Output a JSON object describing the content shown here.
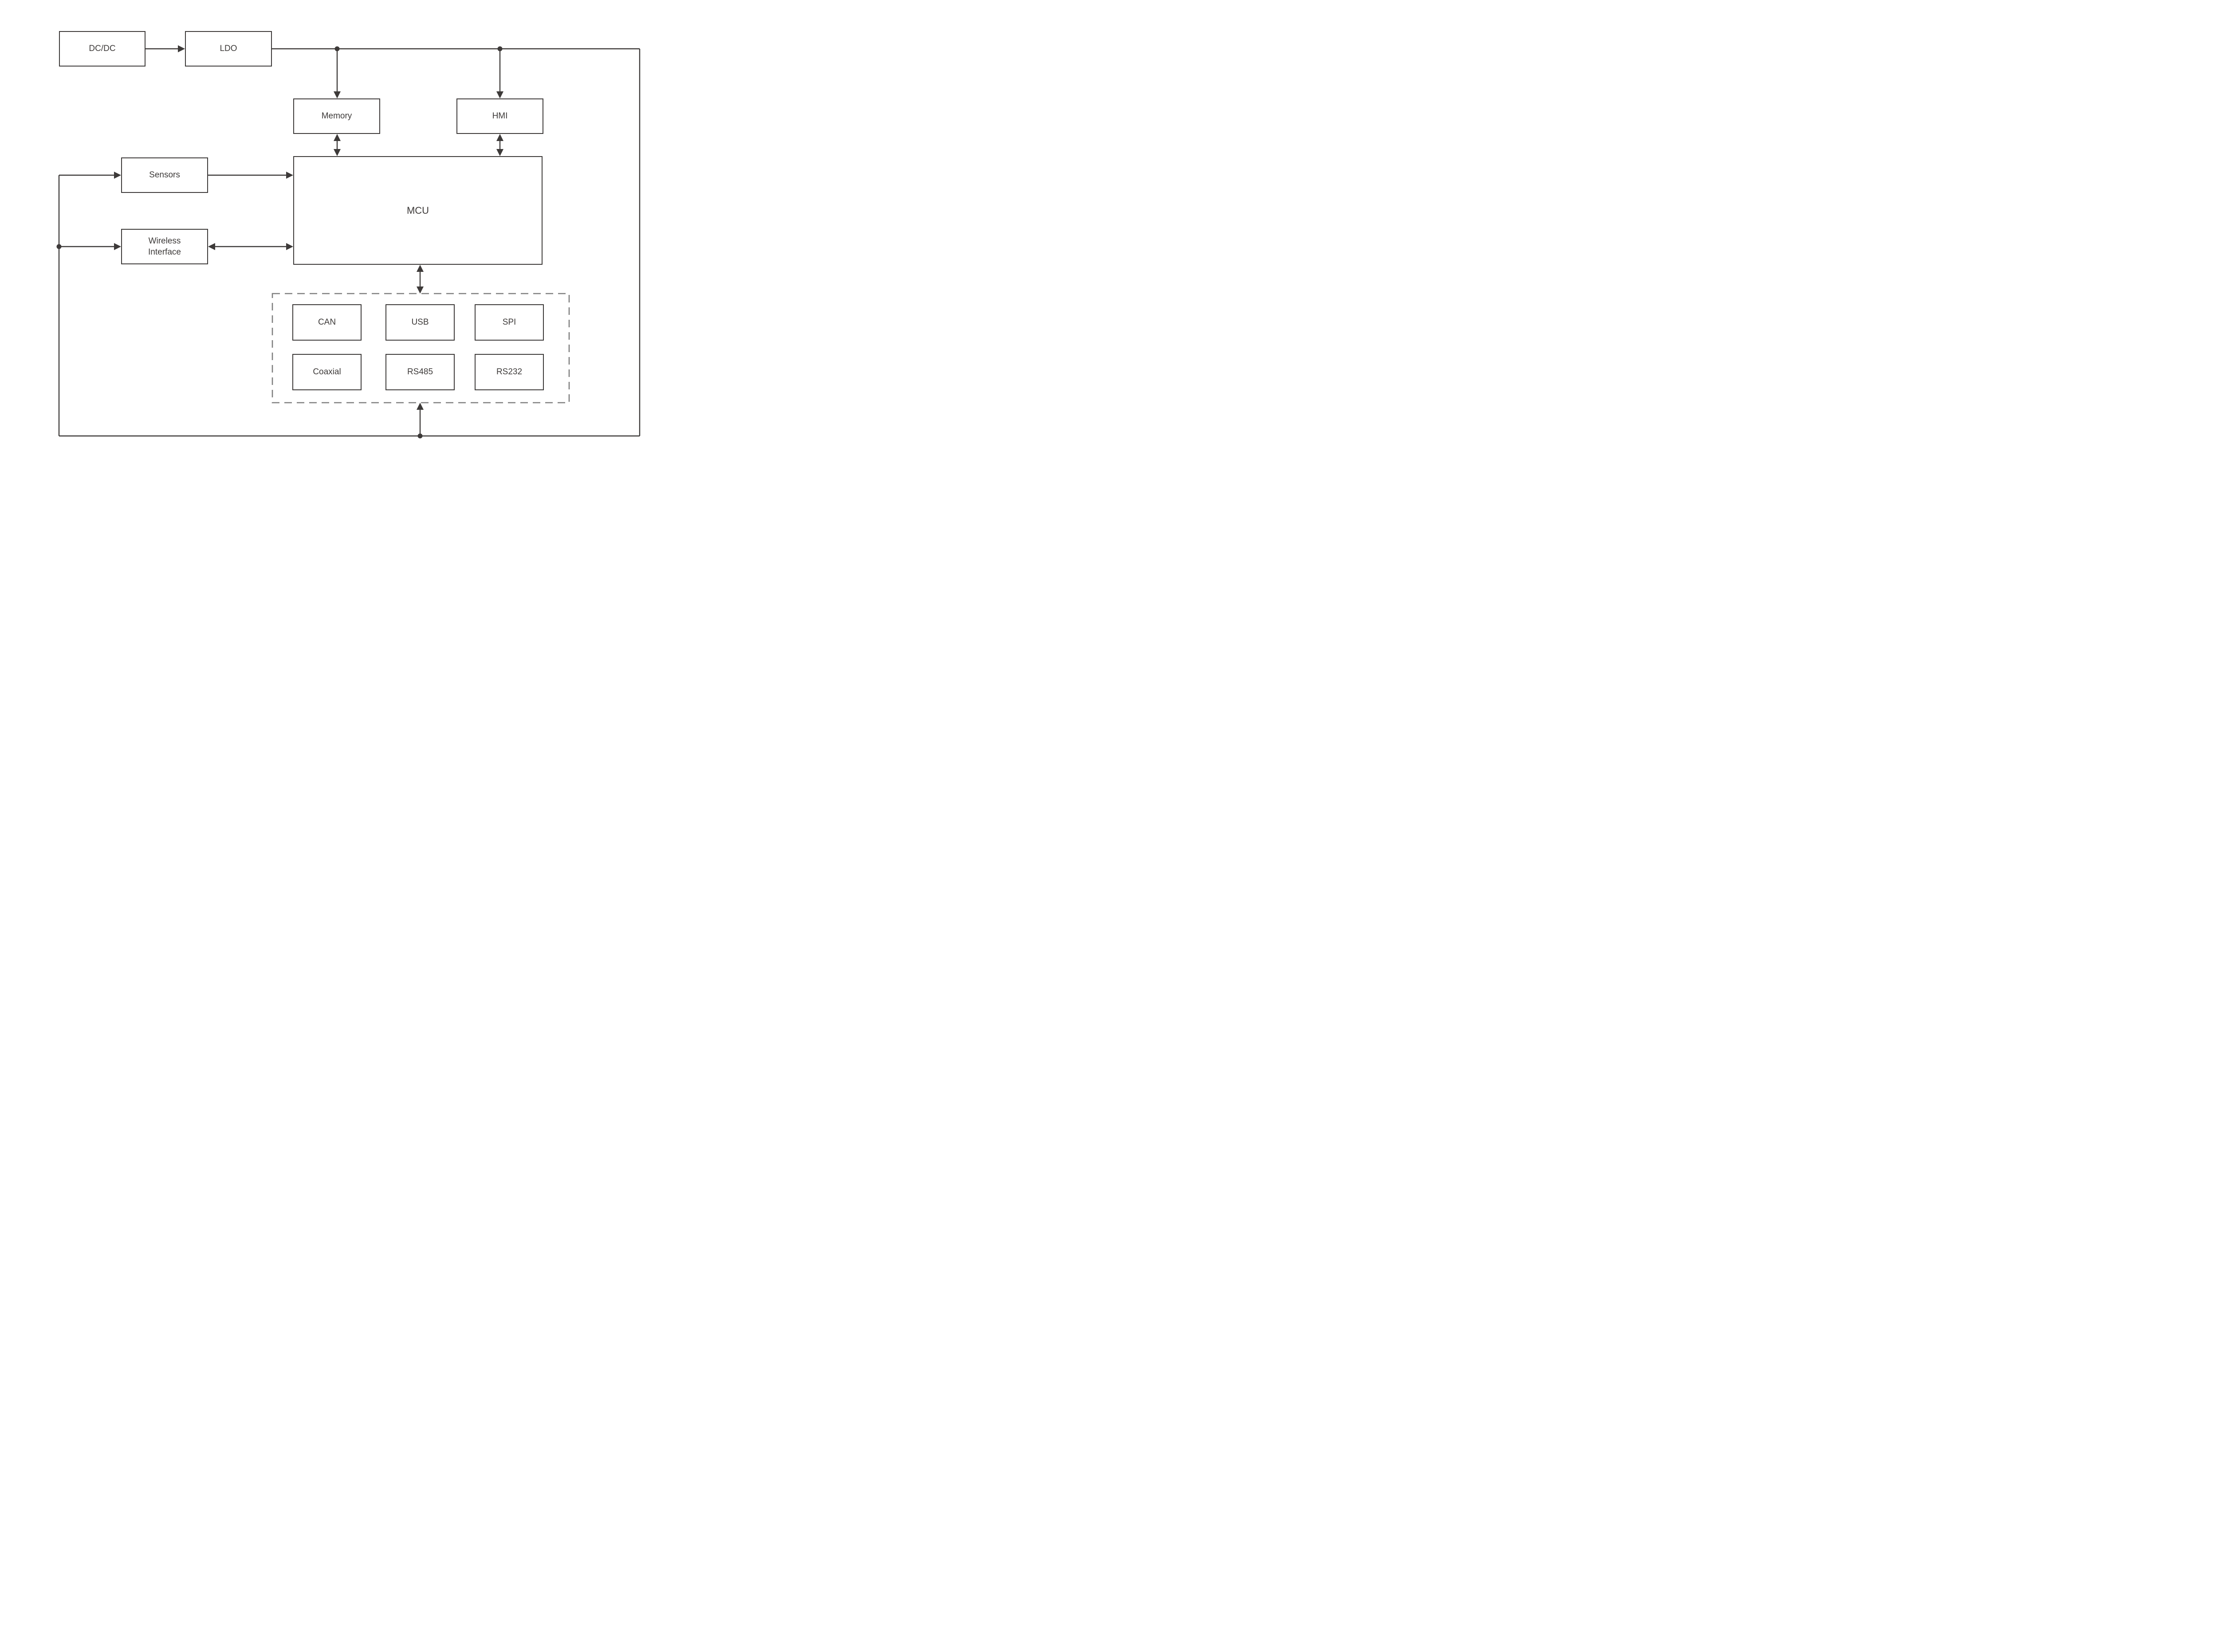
{
  "colors": {
    "line": "#3d3a39",
    "dashed_border": "#7f7f7f",
    "background": "#ffffff",
    "text": "#3d3a39"
  },
  "blocks": {
    "dcdc": {
      "label": "DC/DC"
    },
    "ldo": {
      "label": "LDO"
    },
    "memory": {
      "label": "Memory"
    },
    "hmi": {
      "label": "HMI"
    },
    "mcu": {
      "label": "MCU"
    },
    "sensors": {
      "label": "Sensors"
    },
    "wireless": {
      "label": "Wireless Interface"
    },
    "can": {
      "label": "CAN"
    },
    "usb": {
      "label": "USB"
    },
    "spi": {
      "label": "SPI"
    },
    "coaxial": {
      "label": "Coaxial"
    },
    "rs485": {
      "label": "RS485"
    },
    "rs232": {
      "label": "RS232"
    }
  },
  "connections": [
    {
      "from": "DC/DC",
      "to": "LDO",
      "style": "arrow"
    },
    {
      "from": "LDO",
      "to": "power-bus",
      "style": "line"
    },
    {
      "from": "power-bus",
      "to": "Memory",
      "style": "arrow",
      "junction": "dot"
    },
    {
      "from": "power-bus",
      "to": "HMI",
      "style": "arrow",
      "junction": "dot"
    },
    {
      "from": "Memory",
      "to": "MCU",
      "style": "double-arrow"
    },
    {
      "from": "HMI",
      "to": "MCU",
      "style": "double-arrow"
    },
    {
      "from": "Sensors",
      "to": "MCU",
      "style": "arrow"
    },
    {
      "from": "Wireless Interface",
      "to": "MCU",
      "style": "double-arrow"
    },
    {
      "from": "left-bus",
      "to": "Sensors",
      "style": "arrow"
    },
    {
      "from": "left-bus",
      "to": "Wireless Interface",
      "style": "arrow",
      "junction": "dot"
    },
    {
      "from": "MCU",
      "to": "wired-interface-group",
      "style": "double-arrow"
    },
    {
      "from": "bottom-bus",
      "to": "wired-interface-group",
      "style": "arrow",
      "junction": "dot"
    },
    {
      "from": "power-bus",
      "to": "bottom-bus",
      "style": "loop-right-side"
    }
  ]
}
